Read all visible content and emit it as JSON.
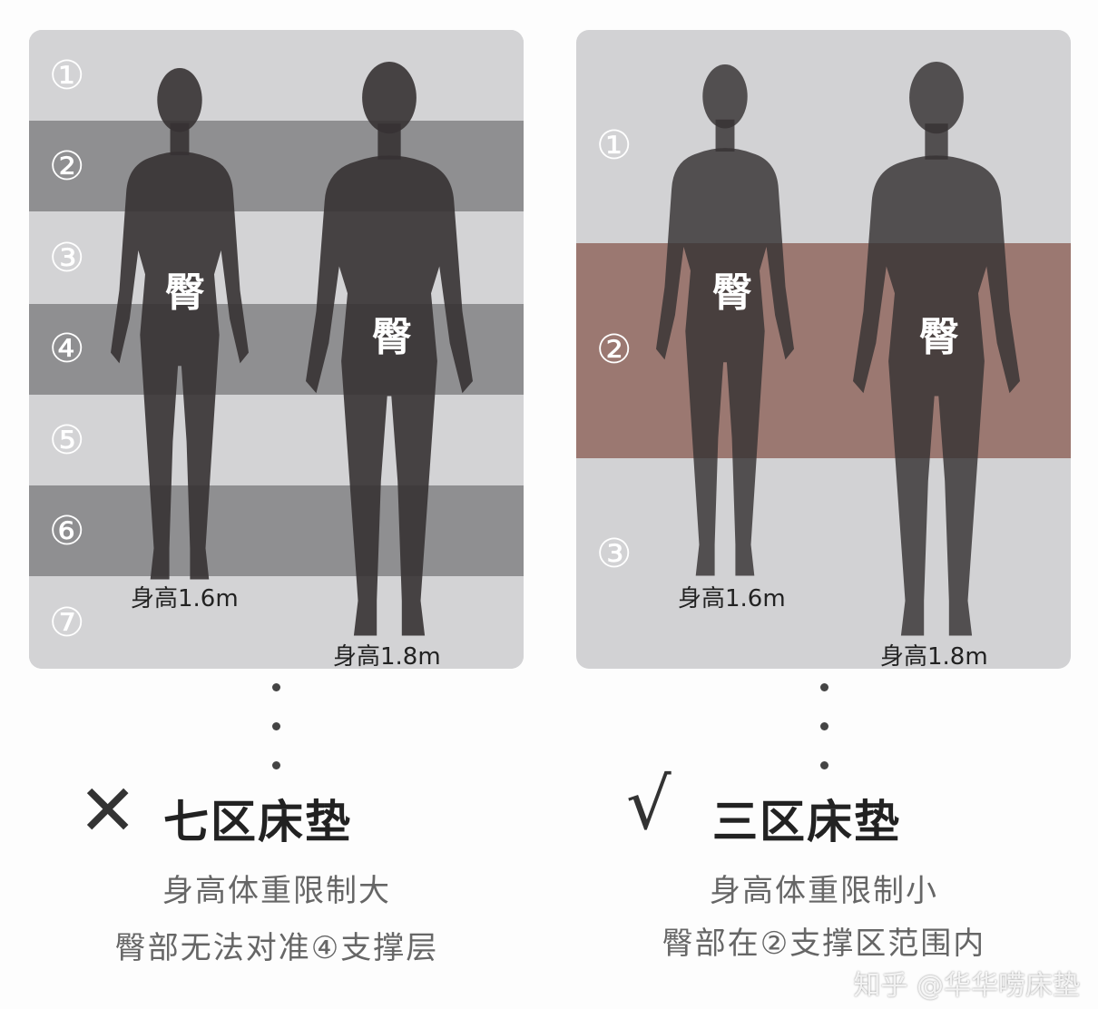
{
  "left_panel": {
    "zones": [
      "①",
      "②",
      "③",
      "④",
      "⑤",
      "⑥",
      "⑦"
    ],
    "hip_label": "臀",
    "female_height": "身高1.6m",
    "male_height": "身高1.8m",
    "colors": {
      "light": "#d3d3d5",
      "dark": "#8f8f91"
    }
  },
  "right_panel": {
    "zones": [
      "①",
      "②",
      "③"
    ],
    "hip_label": "臀",
    "female_height": "身高1.6m",
    "male_height": "身高1.8m",
    "colors": {
      "light": "#d2d2d4",
      "highlight": "#9b7871"
    }
  },
  "left_caption": {
    "icon": "cross-icon",
    "mark": "✕",
    "title": "七区床垫",
    "lines": [
      "身高体重限制大",
      "臀部无法对准④支撑层"
    ]
  },
  "right_caption": {
    "icon": "check-icon",
    "mark": "√",
    "title": "三区床垫",
    "lines": [
      "身高体重限制小",
      "臀部在②支撑区范围内"
    ]
  },
  "watermark": "知乎 @华华唠床垫"
}
